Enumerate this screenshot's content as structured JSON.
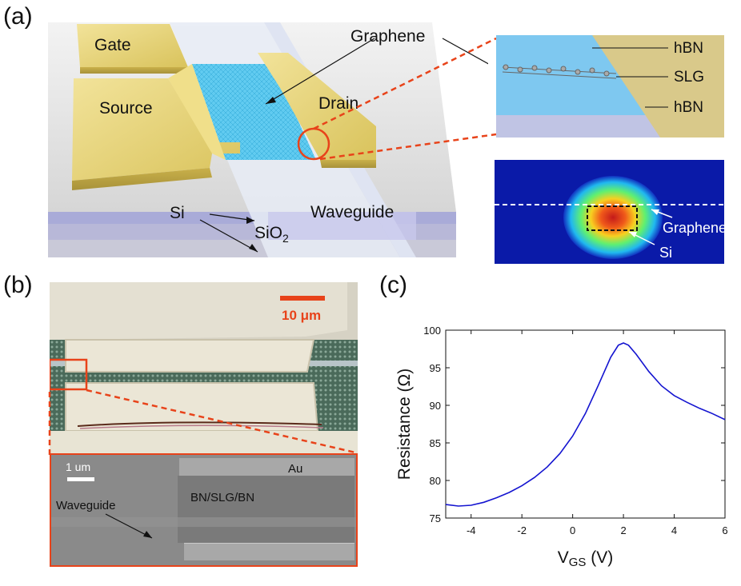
{
  "panels": {
    "a": "(a)",
    "b": "(b)",
    "c": "(c)"
  },
  "device": {
    "gate": "Gate",
    "source": "Source",
    "drain": "Drain",
    "graphene": "Graphene",
    "si": "Si",
    "sio2_base": "SiO",
    "sio2_sub": "2",
    "waveguide": "Waveguide"
  },
  "stack": {
    "hbn_top": "hBN",
    "slg": "SLG",
    "hbn_bottom": "hBN"
  },
  "mode": {
    "graphene": "Graphene",
    "si": "Si"
  },
  "micrograph": {
    "scale_bar": "10 μm",
    "sem_scale": "1 um",
    "au": "Au",
    "stack": "BN/SLG/BN",
    "waveguide": "Waveguide"
  },
  "colors": {
    "gold": "#e6d27a",
    "graphene": "#52c8f0",
    "curve": "#1414d0",
    "highlight": "#e8431a"
  },
  "chart_data": {
    "type": "line",
    "xlabel_main": "V",
    "xlabel_sub": "GS",
    "xlabel_unit": "(V)",
    "ylabel": "Resistance (Ω)",
    "xlim": [
      -5,
      6
    ],
    "ylim": [
      75,
      100
    ],
    "xticks": [
      -4,
      -2,
      0,
      2,
      4,
      6
    ],
    "yticks": [
      75,
      80,
      85,
      90,
      95,
      100
    ],
    "x": [
      -5,
      -4.5,
      -4,
      -3.5,
      -3,
      -2.5,
      -2,
      -1.5,
      -1,
      -0.5,
      0,
      0.5,
      1,
      1.5,
      1.8,
      2,
      2.2,
      2.5,
      3,
      3.5,
      4,
      4.5,
      5,
      5.5,
      6
    ],
    "y": [
      76.8,
      76.6,
      76.7,
      77.1,
      77.7,
      78.4,
      79.3,
      80.4,
      81.8,
      83.6,
      85.9,
      88.9,
      92.6,
      96.4,
      98.0,
      98.3,
      98.0,
      96.8,
      94.5,
      92.6,
      91.3,
      90.4,
      89.6,
      88.9,
      88.1
    ]
  }
}
